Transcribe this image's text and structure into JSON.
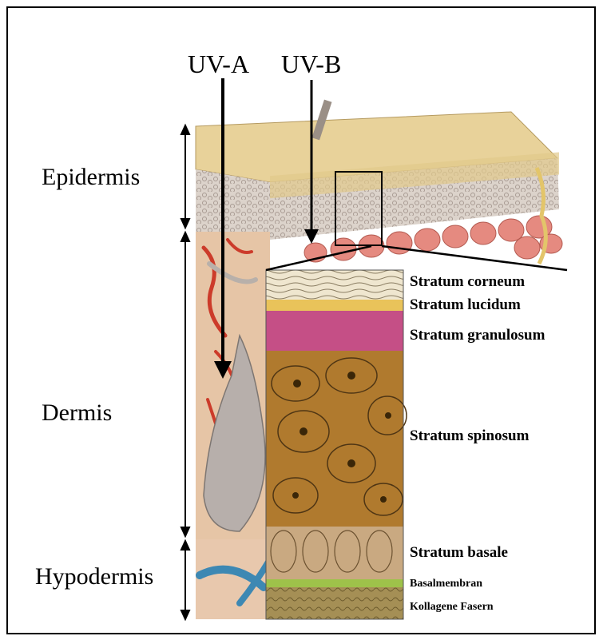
{
  "uv_labels": {
    "uva": "UV-A",
    "uvb": "UV-B"
  },
  "regions": {
    "epidermis": "Epidermis",
    "dermis": "Dermis",
    "hypodermis": "Hypodermis"
  },
  "layers": {
    "corneum": "Stratum corneum",
    "lucidum": "Stratum lucidum",
    "granulosum": "Stratum granulosum",
    "spinosum": "Stratum spinosum",
    "basale": "Stratum basale",
    "basalmembran": "Basalmembran",
    "kollagen": "Kollagene Fasern"
  },
  "colors": {
    "skin_surface": "#e8d29a",
    "epidermis_side": "#d9cfc5",
    "dermis": "#e6c5a6",
    "corneum": "#efe6cf",
    "lucidum": "#e9c35a",
    "granulosum": "#c54f86",
    "spinosum": "#b07a2e",
    "basale": "#c9a981",
    "basalmembran": "#9ec24a",
    "kollagen": "#a58f55",
    "vessel_red": "#cc3b2a",
    "vessel_blue": "#3d88b3",
    "papillae": "#e58a80"
  }
}
